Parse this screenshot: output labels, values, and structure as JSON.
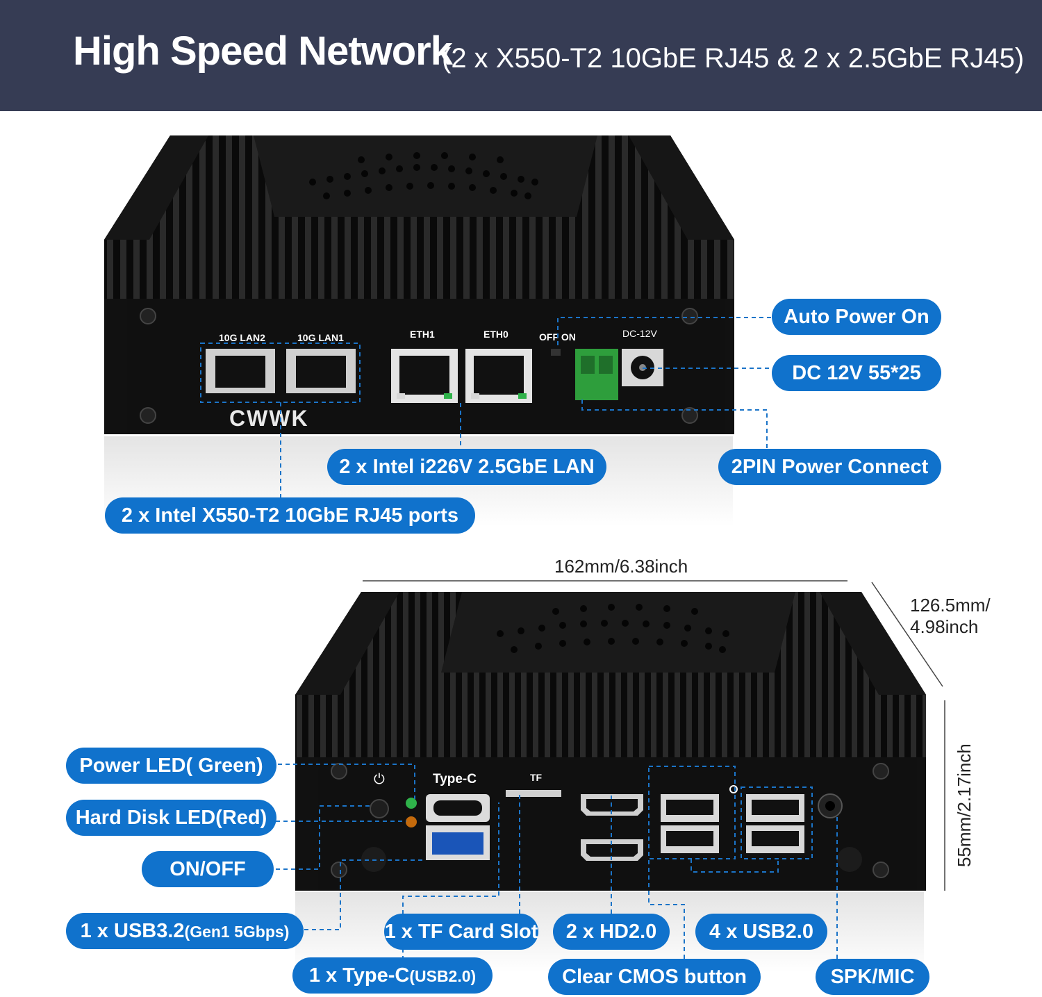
{
  "header": {
    "title": "High Speed Network",
    "subtitle": "(2 x X550-T2 10GbE RJ45 & 2 x 2.5GbE RJ45)"
  },
  "rear_panel": {
    "port_labels": {
      "lan2": "10G LAN2",
      "lan1": "10G LAN1",
      "eth1": "ETH1",
      "eth0": "ETH0",
      "switch": "OFF ON",
      "dc": "DC-12V"
    },
    "brand_logo": "CWWK",
    "callouts": {
      "auto_power_on": "Auto Power On",
      "dc_12v": "DC 12V 55*25",
      "two_pin": "2PIN Power Connect",
      "intel_i226v": "2 x Intel i226V 2.5GbE LAN",
      "intel_x550": "2 x Intel X550-T2 10GbE RJ45 ports"
    }
  },
  "front_panel": {
    "port_labels": {
      "type_c": "Type-C",
      "tf": "TF"
    },
    "dimensions": {
      "width": "162mm/6.38inch",
      "depth_line1": "126.5mm/",
      "depth_line2": "4.98inch",
      "height": "55mm/2.17inch"
    },
    "callouts": {
      "power_led": "Power LED( Green)",
      "hdd_led": "Hard Disk LED(Red)",
      "on_off": "ON/OFF",
      "usb32_main": "1 x USB3.2",
      "usb32_sub": "(Gen1 5Gbps)",
      "tf_slot": "1 x TF Card Slot",
      "hd20": "2 x HD2.0",
      "usb20": "4 x USB2.0",
      "typec_main": "1 x Type-C",
      "typec_sub": "(USB2.0)",
      "clear_cmos": "Clear CMOS button",
      "spk_mic": "SPK/MIC"
    }
  },
  "colors": {
    "banner": "#363c54",
    "callout": "#1072cc",
    "device": "#121212",
    "connector_green": "#2e9e3c"
  }
}
